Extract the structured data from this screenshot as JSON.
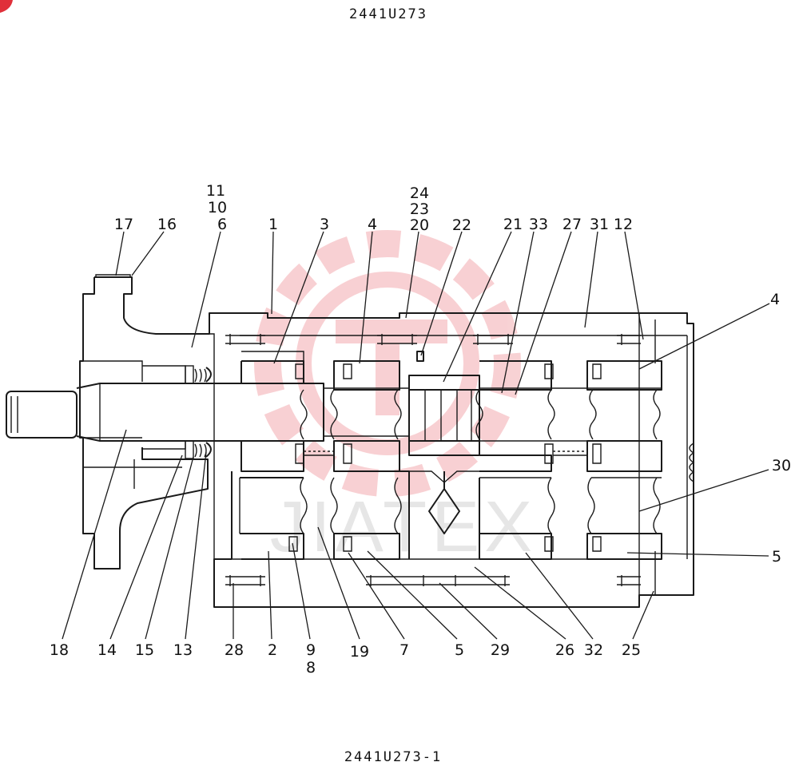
{
  "drawing_number": "2441U273",
  "drawing_number_bottom": "2441U273-1",
  "watermark_text": "JIATEX",
  "colors": {
    "ink": "#1a1a1a",
    "watermark": "#e0303a"
  },
  "labels": {
    "p17": "17",
    "p16": "16",
    "p11": "11",
    "p10": "10",
    "p6": "6",
    "p1": "1",
    "p3": "3",
    "p4_top": "4",
    "p24": "24",
    "p23": "23",
    "p20": "20",
    "p22": "22",
    "p21": "21",
    "p33": "33",
    "p27": "27",
    "p31": "31",
    "p12": "12",
    "p4_right": "4",
    "p30": "30",
    "p5_right": "5",
    "p18": "18",
    "p14": "14",
    "p15": "15",
    "p13": "13",
    "p28": "28",
    "p2": "2",
    "p9": "9",
    "p8": "8",
    "p19": "19",
    "p7": "7",
    "p5_bottom": "5",
    "p29": "29",
    "p26": "26",
    "p32": "32",
    "p25": "25"
  }
}
